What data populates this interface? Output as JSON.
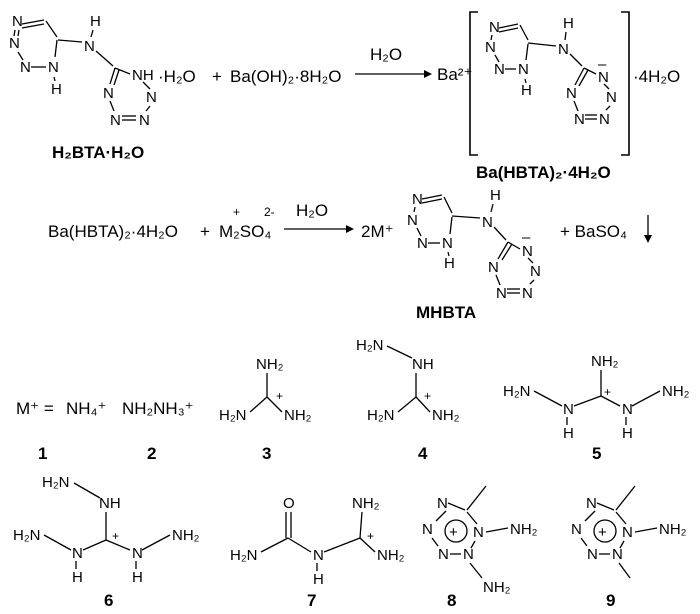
{
  "eq1": {
    "reactant_water": "·H₂O",
    "plus": "+",
    "reagent": "Ba(OH)₂·8H₂O",
    "arrow_label": "H₂O",
    "cation": "Ba²⁺",
    "water_of_hydration": "·4H₂O",
    "label_reactant": "H₂BTA·H₂O",
    "label_product": "Ba(HBTA)₂·4H₂O"
  },
  "eq2": {
    "reactant": "Ba(HBTA)₂·4H₂O",
    "plus": "+",
    "salt": "M₂SO₄",
    "salt_charge_m": "+",
    "salt_charge_so4": "2-",
    "arrow_label": "H₂O",
    "coeff": "2M⁺",
    "side_product": "+ BaSO₄",
    "product_label": "MHBTA"
  },
  "cations": {
    "m_equals": "M⁺ =",
    "c1": "NH₄⁺",
    "c2": "NH₂NH₃⁺",
    "numbers": [
      "1",
      "2",
      "3",
      "4",
      "5",
      "6",
      "7",
      "8",
      "9"
    ]
  },
  "atoms": {
    "N": "N",
    "H": "H",
    "NH": "NH",
    "NH2": "NH₂",
    "H2N": "H₂N",
    "O": "O",
    "minus": "–",
    "plus": "+"
  }
}
